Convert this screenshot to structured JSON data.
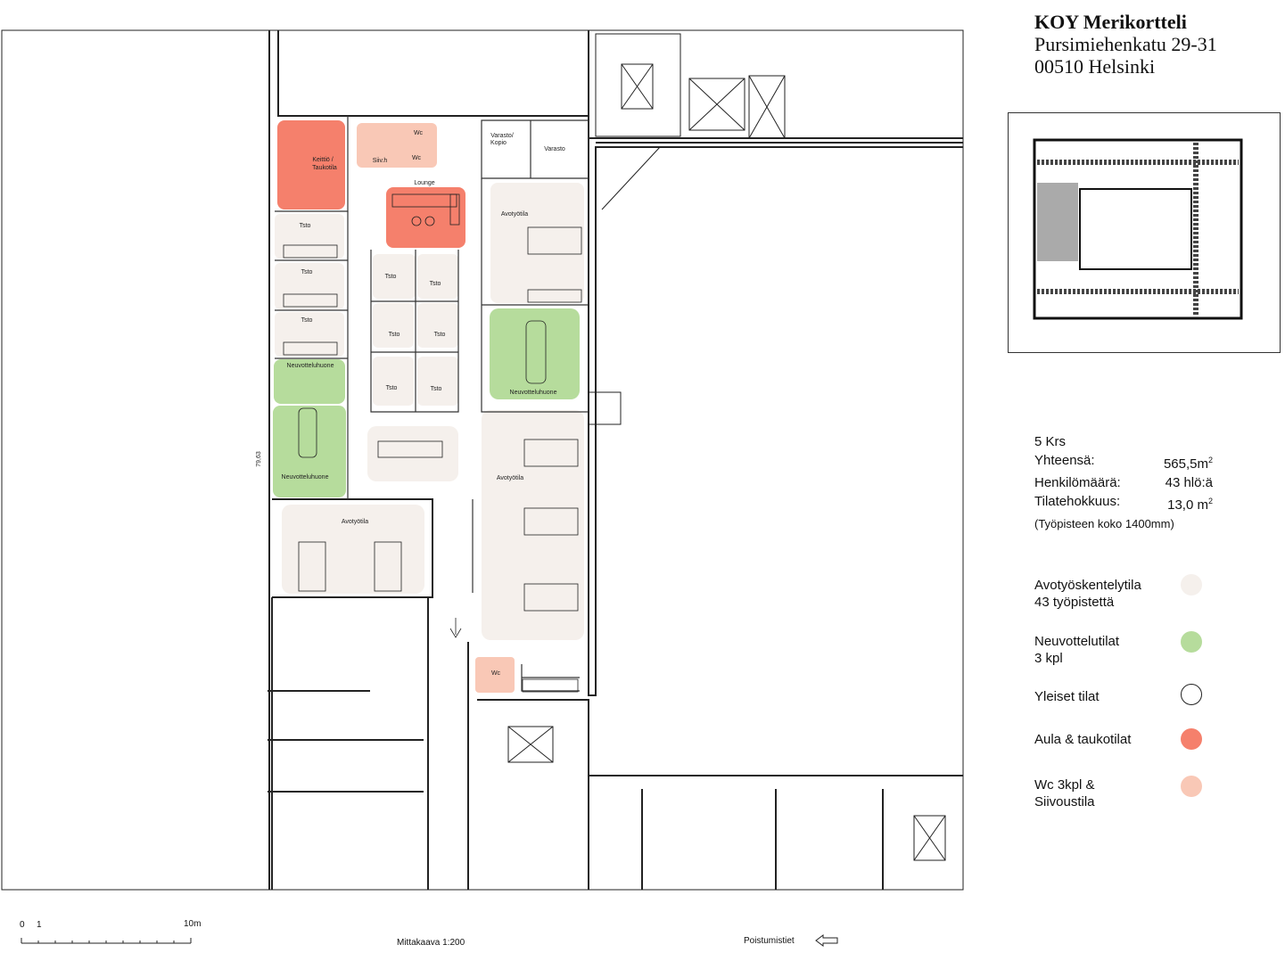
{
  "header": {
    "name": "KOY Merikortteli",
    "street": "Pursimiehenkatu 29-31",
    "city": "00510 Helsinki"
  },
  "stats": {
    "floor": "5 Krs",
    "total_label": "Yhteensä:",
    "total_value": "565,5m",
    "total_sup": "2",
    "people_label": "Henkilömäärä:",
    "people_value": "43 hlö:ä",
    "efficiency_label": "Tilatehokkuus:",
    "efficiency_value": "13,0 m",
    "efficiency_sup": "2",
    "note": "(Työpisteen koko 1400mm)"
  },
  "legend": [
    {
      "line1": "Avotyöskentelytila",
      "line2": "43 työpistettä",
      "color": "#f5f0ec"
    },
    {
      "line1": "Neuvottelutilat",
      "line2": "3 kpl",
      "color": "#b6dc9c"
    },
    {
      "line1": "Yleiset tilat",
      "line2": "",
      "color": "#ffffff"
    },
    {
      "line1": "Aula & taukotilat",
      "line2": "",
      "color": "#f5806c"
    },
    {
      "line1": "Wc 3kpl &",
      "line2": "Siivoustila",
      "color": "#f9c8b6"
    }
  ],
  "rooms": {
    "kitchen1": "Keittiö /",
    "kitchen2": "Taukotila",
    "siiv": "Siiv.h",
    "wc": "Wc",
    "storage_copy1": "Varasto/",
    "storage_copy2": "Kopio",
    "storage": "Varasto",
    "lounge": "Lounge",
    "office": "Tsto",
    "open": "Avotyötila",
    "meeting": "Neuvotteluhuone",
    "dimension": "79,63"
  },
  "footer": {
    "scale_0": "0",
    "scale_1": "1",
    "scale_10": "10m",
    "scale_label": "Mittakaava 1:200",
    "exit_label": "Poistumistiet"
  }
}
